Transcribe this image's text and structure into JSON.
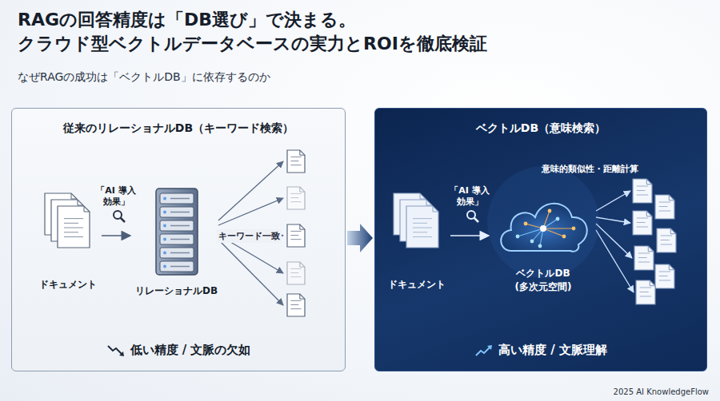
{
  "diagram": {
    "title": "RAGの回答精度は「DB選び」で決まる。",
    "nodes": [
      {
        "text": [
          "従来のリレーショナルDB（キーワード検索）",
          "低い精度 / 文脈の欠如"
        ]
      },
      {
        "text": [
          "ドキュメント"
        ],
        "in": 0
      },
      {
        "text": [
          "リレーショナルDB"
        ],
        "in": 0
      },
      {
        "text": [
          "ベクトルDB（意味検索）",
          "高い精度 / 文脈理解"
        ]
      },
      {
        "text": [
          "ドキュメント"
        ],
        "in": 3
      },
      {
        "text": [
          "ベクトルDB",
          "(多次元空間)"
        ],
        "in": 3
      }
    ],
    "edges": [
      {
        "from": 1,
        "to": 2,
        "label": "「AI 導入 効果」",
        "arrow": "to"
      },
      {
        "from": 0,
        "to": 3,
        "arrow": "to"
      },
      {
        "from": 4,
        "to": 5,
        "label": "「AI 導入 効果」",
        "arrow": "to"
      }
    ],
    "labels": [
      "クラウド型ベクトルデータベースの実力とROIを徹底検証",
      "なぜRAGの成功は「ベクトルDB」に依存するのか",
      "キーワード一致",
      "意味的類似性・距離計算",
      "2025 AI KnowledgeFlow"
    ]
  }
}
